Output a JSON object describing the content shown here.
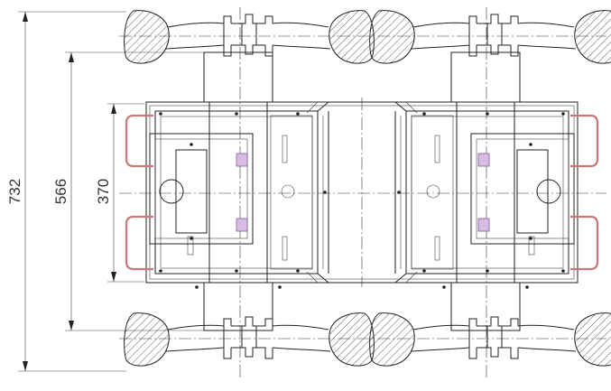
{
  "dimensions": {
    "overall": "732",
    "middle": "566",
    "inner": "370"
  },
  "colors": {
    "line": "#222222",
    "handle": "#c9787a",
    "marker": "#8a5a9a"
  }
}
